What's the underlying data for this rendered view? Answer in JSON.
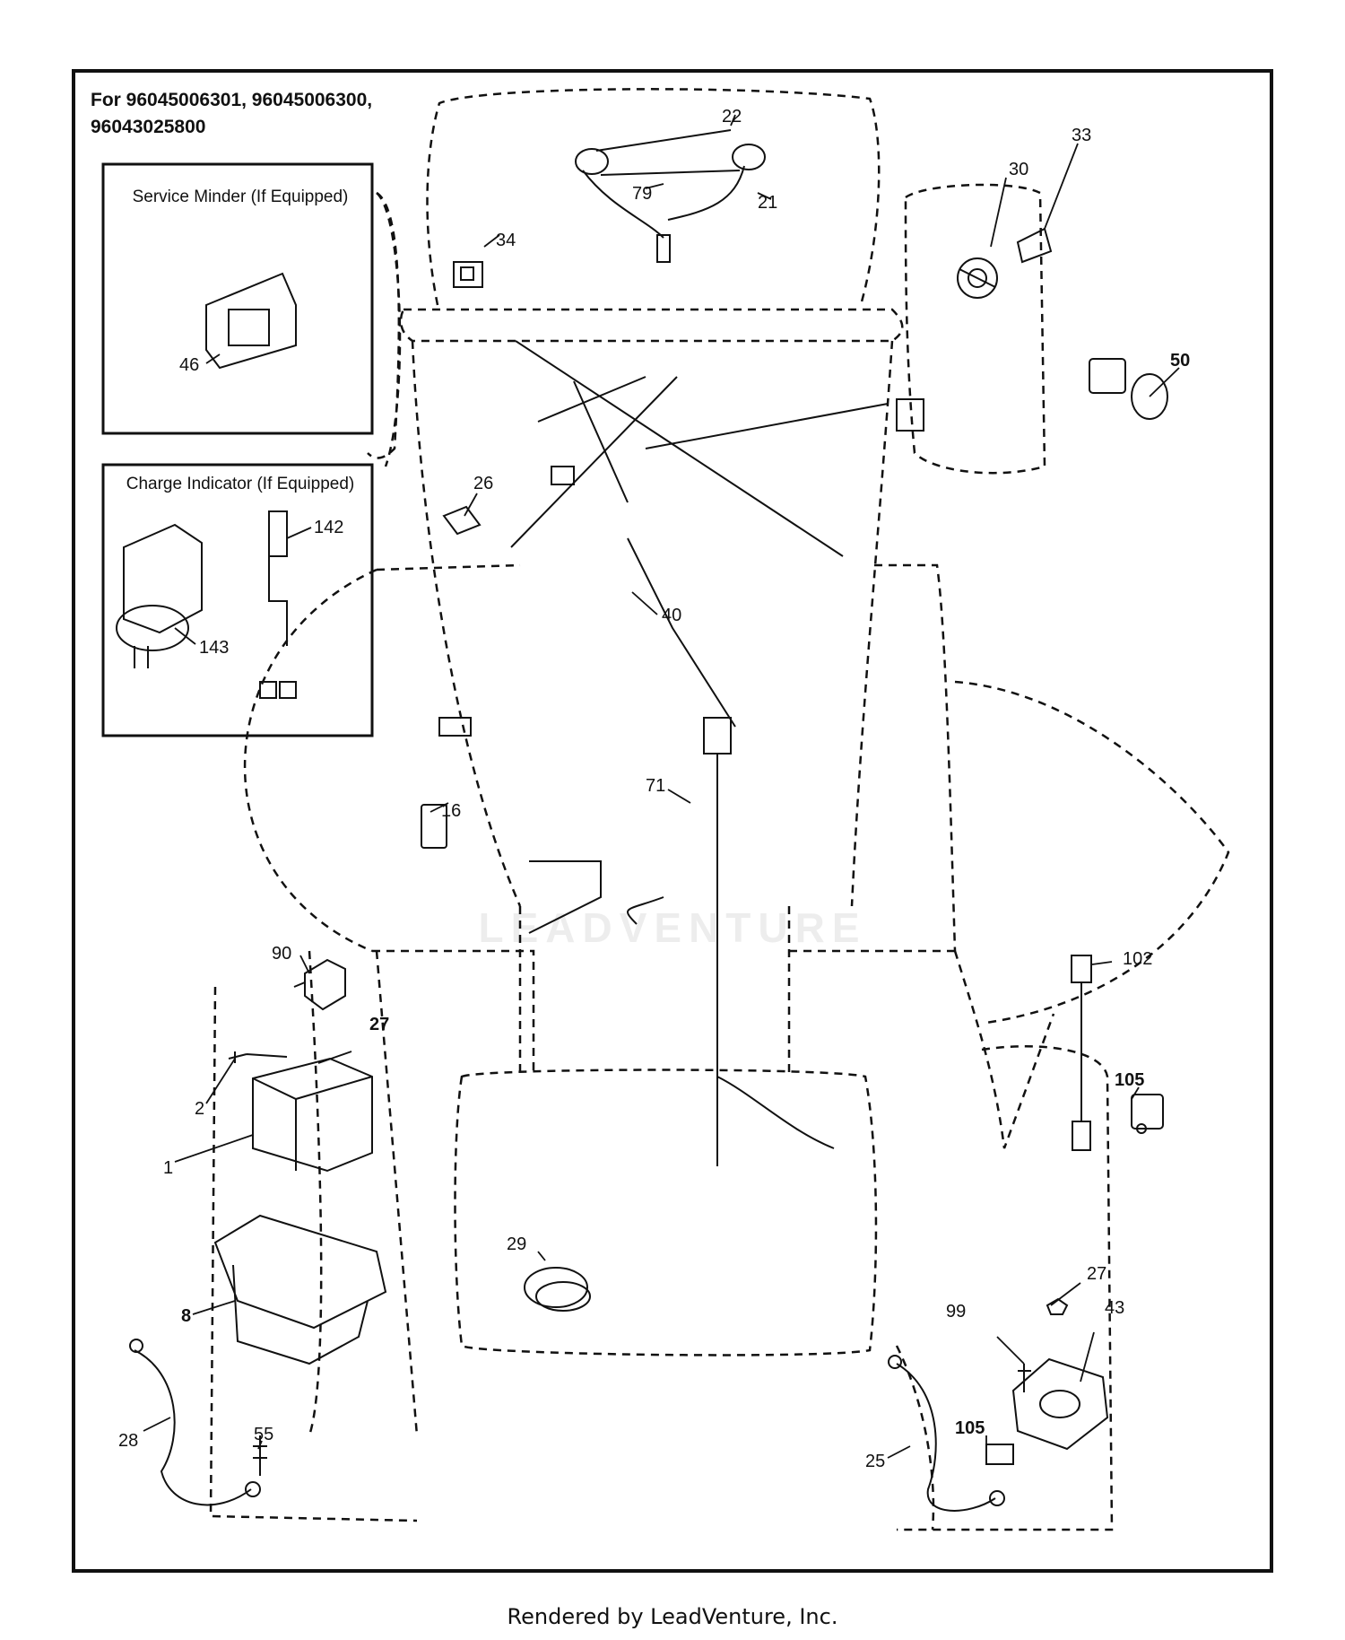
{
  "title": "For 96045006301, 96045006300,\n96043025800",
  "boxes": {
    "service_minder": "Service Minder (If Equipped)",
    "charge_indicator": "Charge Indicator (If Equipped)"
  },
  "watermark": "LEADVENTURE",
  "footer": "Rendered by LeadVenture, Inc.",
  "callouts": {
    "p22": "22",
    "p79": "79",
    "p21": "21",
    "p34": "34",
    "p30": "30",
    "p33": "33",
    "p50": "50",
    "p46": "46",
    "p142": "142",
    "p143": "143",
    "p26": "26",
    "p40": "40",
    "p71": "71",
    "p16": "16",
    "p90": "90",
    "p27a": "27",
    "p2": "2",
    "p1": "1",
    "p8": "8",
    "p29": "29",
    "p28": "28",
    "p55": "55",
    "p102": "102",
    "p105a": "105",
    "p27b": "27",
    "p43": "43",
    "p99": "99",
    "p105b": "105",
    "p25": "25"
  }
}
